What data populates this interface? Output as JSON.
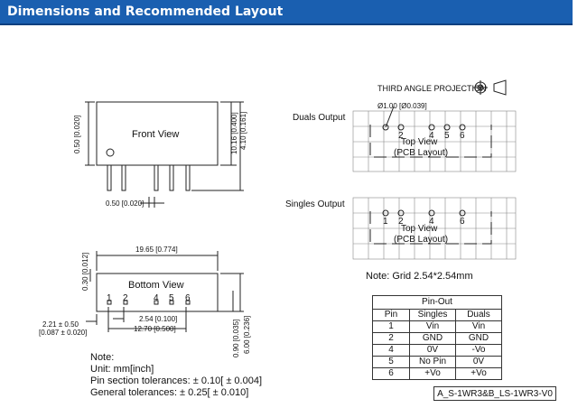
{
  "header": {
    "title": "Dimensions and Recommended Layout"
  },
  "front": {
    "label": "Front View",
    "dim_pin_spacing": "0.50 [0.020]",
    "dim_height_a": "0.50 [0.020]",
    "dim_height_b": "10.16 [0.400]",
    "dim_height_c": "4.10 [0.161]"
  },
  "bottom": {
    "label": "Bottom View",
    "pins": [
      "1",
      "2",
      "4",
      "5",
      "6"
    ],
    "dim_width": "19.65 [0.774]",
    "dim_top_offset": "0.30 [0.012]",
    "dim_pitch": "2.54 [0.100]",
    "dim_span": "12.70 [0.500]",
    "dim_left_a": "2.21 ± 0.50",
    "dim_left_b": "[0.087 ± 0.020]",
    "dim_pin_dia": "0.90 [0.035]",
    "dim_height": "6.00 [0.236]"
  },
  "notes": {
    "title": "Note:",
    "unit": "Unit: mm[inch]",
    "pin_tol": "Pin section tolerances: ± 0.10[ ± 0.004]",
    "gen_tol": "General tolerances: ± 0.25[ ± 0.010]"
  },
  "projection": {
    "label": "THIRD ANGLE PROJECTION"
  },
  "duals": {
    "label": "Duals  Output",
    "hole": "Ø1.00 [Ø0.039]",
    "pins": [
      "2",
      "4",
      "5",
      "6"
    ],
    "view1": "Top View",
    "view2": "(PCB Layout)"
  },
  "singles": {
    "label": "Singles  Output",
    "pins": [
      "1",
      "2",
      "4",
      "6"
    ],
    "view1": "Top View",
    "view2": "(PCB Layout)"
  },
  "grid_note": "Note: Grid 2.54*2.54mm",
  "pinout": {
    "title": "Pin-Out",
    "headers": [
      "Pin",
      "Singles",
      "Duals"
    ],
    "rows": [
      [
        "1",
        "Vin",
        "Vin"
      ],
      [
        "2",
        "GND",
        "GND"
      ],
      [
        "4",
        "0V",
        "-Vo"
      ],
      [
        "5",
        "No Pin",
        "0V"
      ],
      [
        "6",
        "+Vo",
        "+Vo"
      ]
    ]
  },
  "code": "A_S-1WR3&B_LS-1WR3-V0"
}
